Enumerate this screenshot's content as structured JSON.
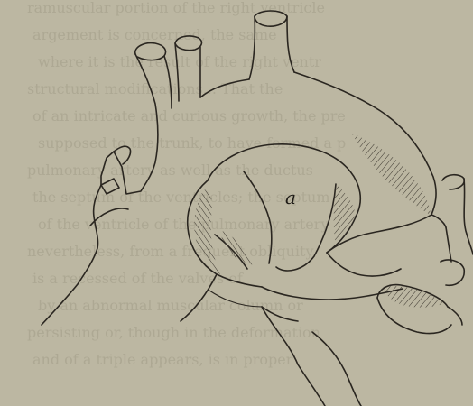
{
  "figure": {
    "vessel_label": "a"
  },
  "bleed_through": {
    "lines": [
      "ramuscular portion of the right ventricle",
      "argement is concerned, the same",
      "where it is the result of the right ventr",
      "structural modifications... That the",
      "of an intricate and curious growth, the pre",
      "supposed to the trunk, to have formed a p",
      "pulmonary artery as well as the ductus",
      "the septum of the ventricles; the septum",
      "of the ventricle of the pulmonary artery",
      "nevertheless, from a frequent obliquity",
      "is a recessed of the valves of",
      "by an abnormal muscular column or",
      "persisting or, though in the deformation",
      "and of a triple appears, is in proper"
    ]
  },
  "colors": {
    "paper": "#bcb7a2",
    "ink": "#2a2620"
  }
}
